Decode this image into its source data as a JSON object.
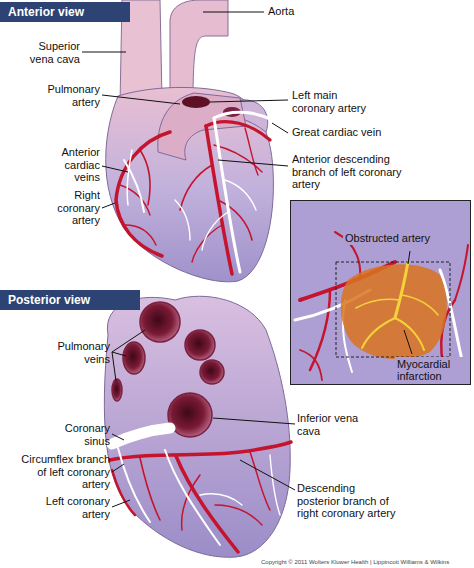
{
  "diagram": {
    "nodes": [
      {
        "text": [
          "Anterior view"
        ]
      },
      {
        "text": [
          "Obstructed artery",
          "Myocardial infarction"
        ]
      },
      {
        "text": [
          "Posterior view"
        ]
      }
    ],
    "labels": [
      "Superior vena cava",
      "Aorta",
      "Pulmonary artery",
      "Left main coronary artery",
      "Anterior cardiac veins",
      "Great cardiac vein",
      "Right coronary artery",
      "Anterior descending branch of left coronary artery",
      "Pulmonary veins",
      "Coronary sinus",
      "Inferior vena cava",
      "Circumflex branch of left coronary artery",
      "Left coronary artery",
      "Descending posterior branch of right coronary artery",
      "Copyright © 2011 Wolters Kluwer Health | Lippincott Williams & Wilkins"
    ]
  }
}
